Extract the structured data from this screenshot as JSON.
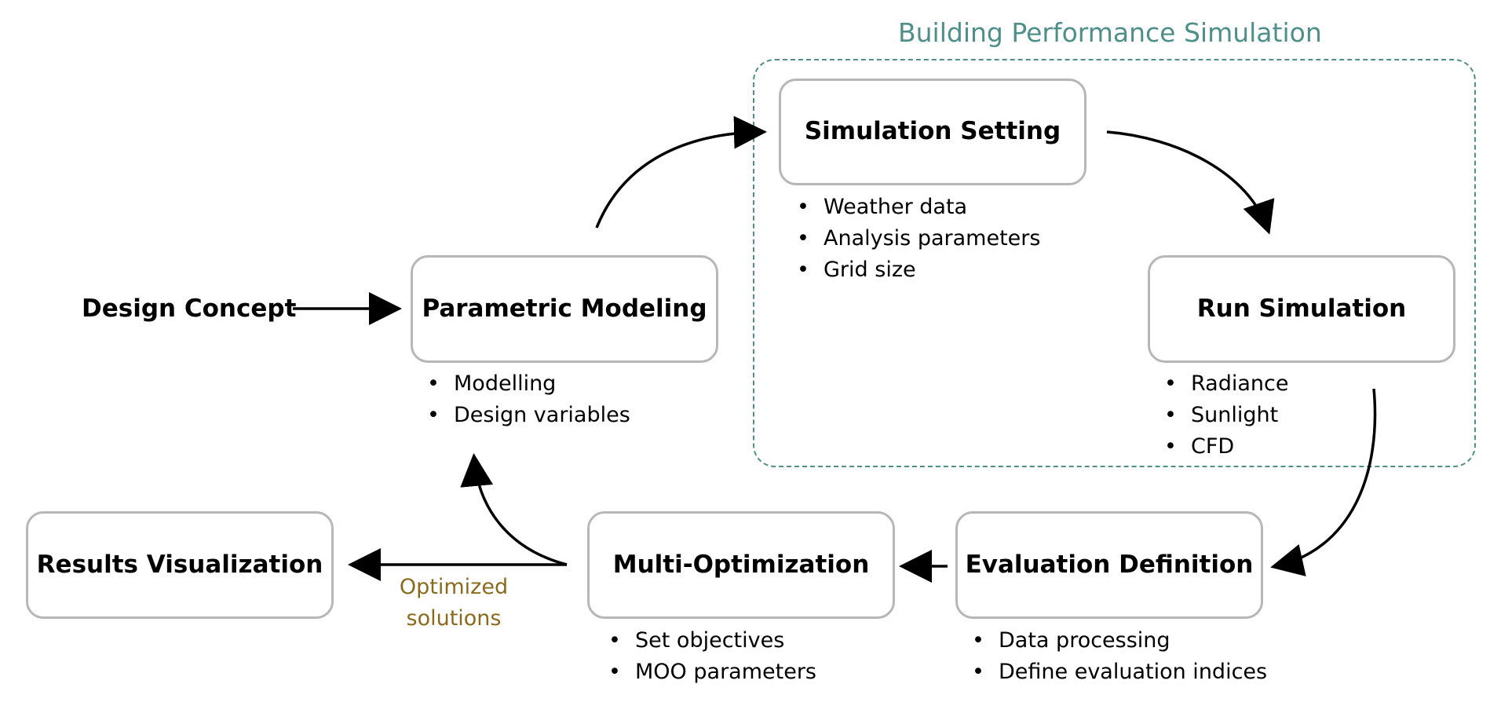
{
  "group": {
    "title": "Building Performance Simulation"
  },
  "nodes": {
    "design_concept": "Design Concept",
    "parametric_modeling": "Parametric Modeling",
    "simulation_setting": "Simulation Setting",
    "run_simulation": "Run Simulation",
    "evaluation_definition": "Evaluation Definition",
    "multi_optimization": "Multi-Optimization",
    "results_visualization": "Results Visualization"
  },
  "bullets": {
    "parametric_modeling": [
      "Modelling",
      "Design variables"
    ],
    "simulation_setting": [
      "Weather data",
      "Analysis parameters",
      "Grid size"
    ],
    "run_simulation": [
      "Radiance",
      "Sunlight",
      "CFD"
    ],
    "multi_optimization": [
      "Set objectives",
      "MOO parameters"
    ],
    "evaluation_definition": [
      "Data processing",
      "Define evaluation indices"
    ]
  },
  "edge_labels": {
    "optimized_solutions": "Optimized solutions"
  },
  "colors": {
    "group_border": "#4f8f8a",
    "group_title": "#4f8f8a",
    "node_border": "#b7b7b7",
    "edge_label": "#8a6b1d",
    "arrow": "#000000"
  }
}
